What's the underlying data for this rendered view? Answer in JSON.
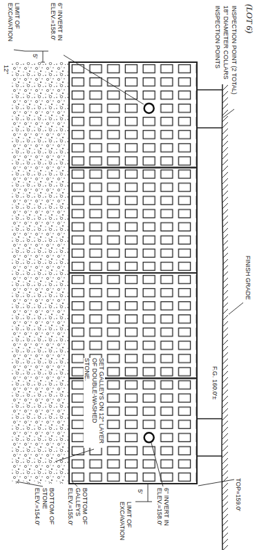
{
  "diagram": {
    "labels": [
      "(LOT 6)",
      "INSPECTION POINT (2 TOTAL)",
      "18\" DIAMETER COLLARS",
      "INSPECTION POINTS",
      "6\" INVERT IN ELEV.=158.0'",
      "LIMIT OF EXCAVATION",
      "5'",
      "12\"",
      "FINISH GRADE",
      "F.G. 160.0'±",
      "SET GALLEYS ON 12\" LAYER OF DOUBLE-WASHED STONE.",
      "TOP=159.0'",
      "6\" INVERT IN ELEV.=158.0'",
      "5'",
      "LIMIT OF EXCAVATION",
      "BOTTOM OF GALLEYS ELEV.=155.0'",
      "BOTTOM OF STONE ELEV.=154.0'"
    ]
  }
}
